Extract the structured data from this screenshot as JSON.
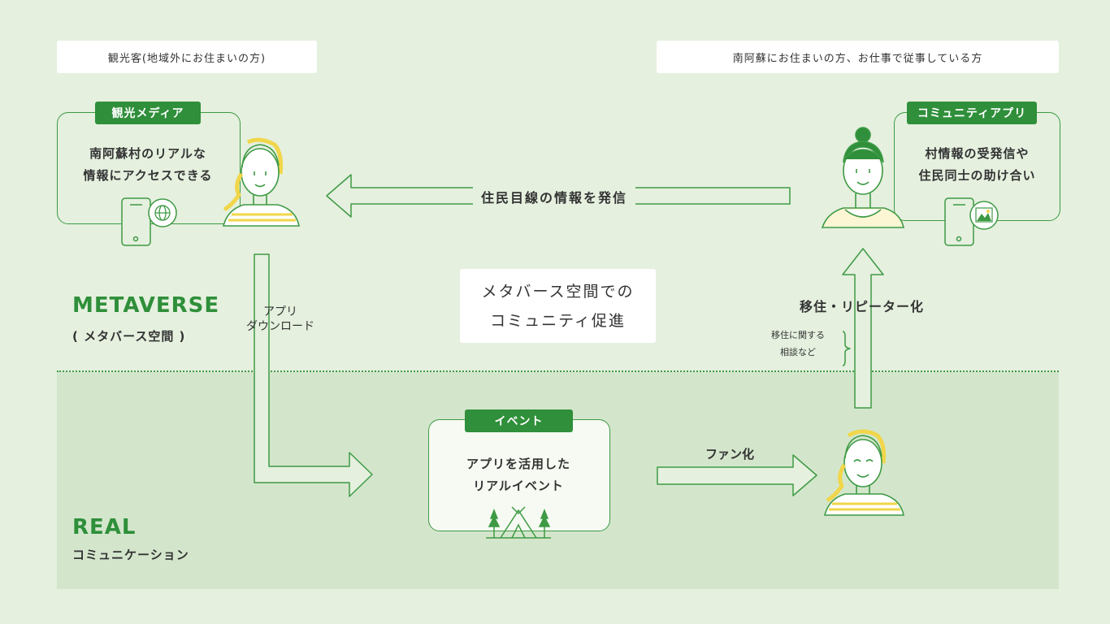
{
  "labels": {
    "visitors": "観光客(地域外にお住まいの方)",
    "residents": "南阿蘇にお住まいの方、お仕事で従事している方"
  },
  "media_card": {
    "tag": "観光メディア",
    "line1": "南阿蘇村のリアルな",
    "line2": "情報にアクセスできる"
  },
  "community_card": {
    "tag": "コミュニティアプリ",
    "line1": "村情報の受発信や",
    "line2": "住民同士の助け合い"
  },
  "event_card": {
    "tag": "イベント",
    "line1": "アプリを活用した",
    "line2": "リアルイベント"
  },
  "flows": {
    "top": "住民目線の情報を発信",
    "download_1": "アプリ",
    "download_2": "ダウンロード",
    "fan": "ファン化",
    "migrate": "移住・リピーター化",
    "consult_1": "移住に関する",
    "consult_2": "相談など"
  },
  "center": {
    "line1": "メタバース空間での",
    "line2": "コミュニティ促進"
  },
  "sections": {
    "metaverse_title": "METAVERSE",
    "metaverse_sub": "( メタバース空間 )",
    "real_title": "REAL",
    "real_sub": "コミュニケーション"
  },
  "icons": {
    "globe": "globe-icon",
    "photo": "photo-icon",
    "tent": "tent-icon",
    "phone": "smartphone-icon"
  },
  "colors": {
    "background": "#e5f0df",
    "real_band": "#d3e6cc",
    "accent": "#2f8f3a",
    "line": "#3e9a44",
    "yellow": "#f1d64a"
  }
}
